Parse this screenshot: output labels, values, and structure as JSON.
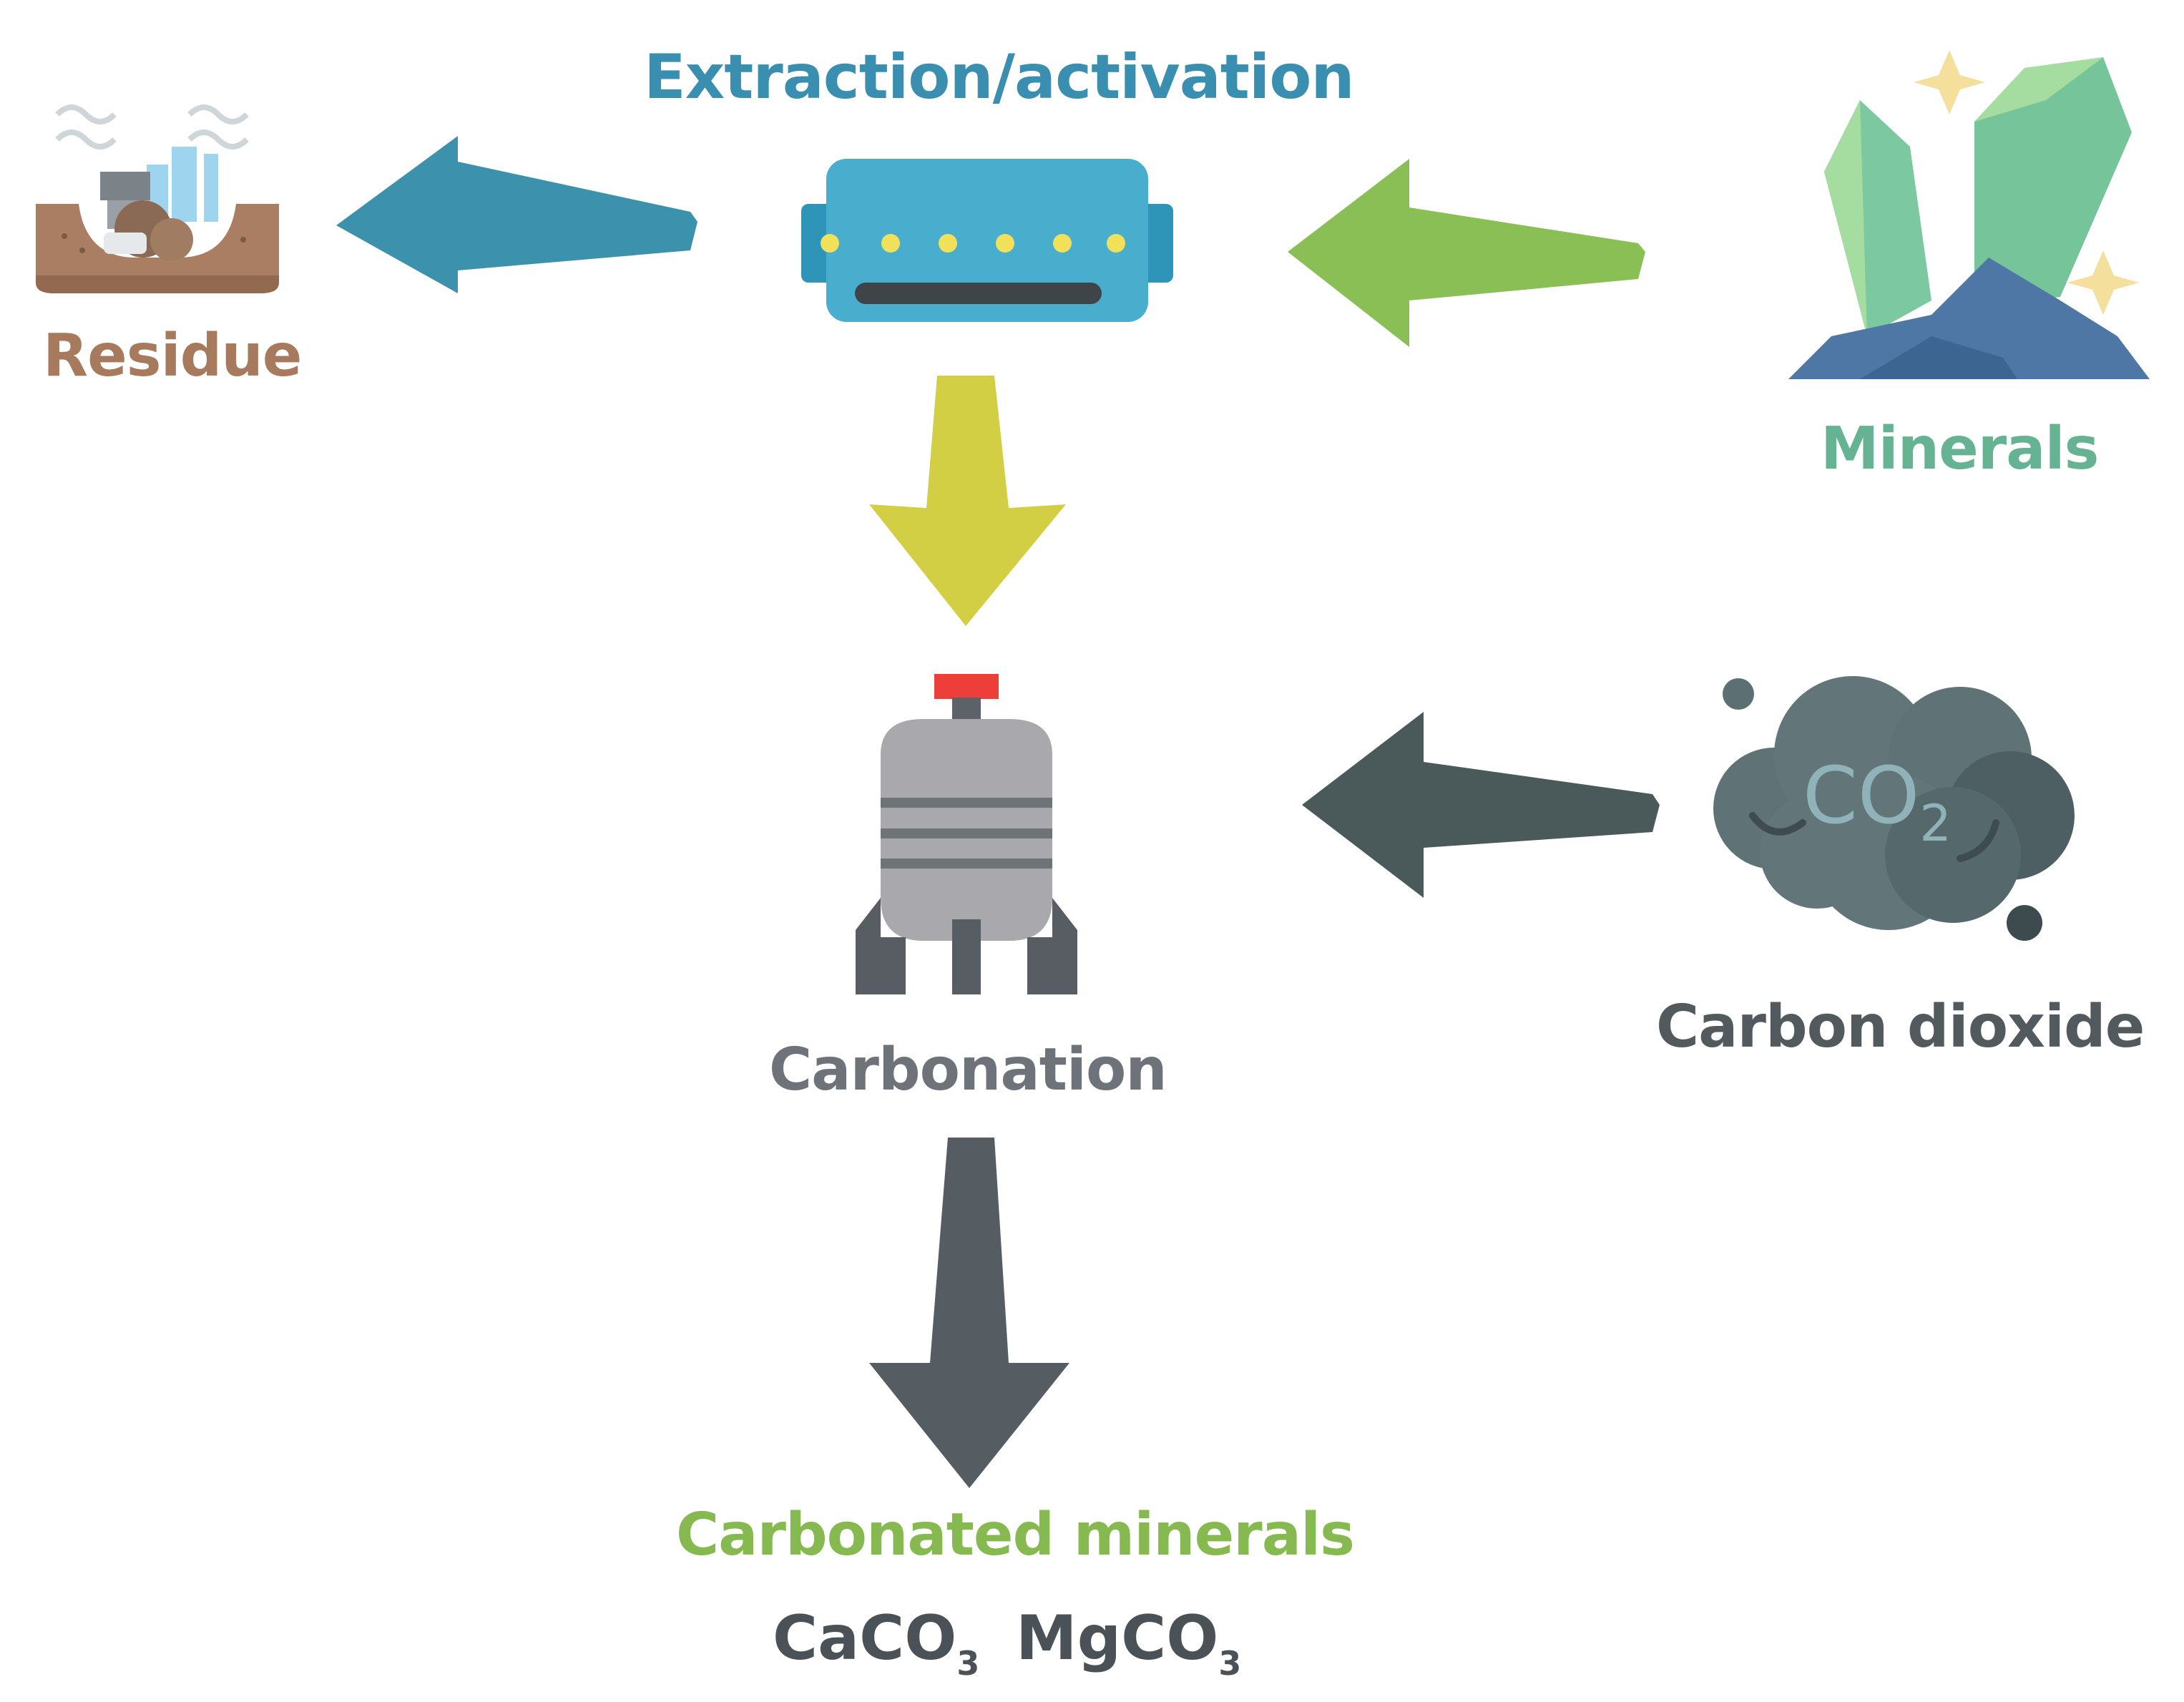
{
  "labels": {
    "extraction": "Extraction/activation",
    "residue": "Residue",
    "minerals": "Minerals",
    "carbonation": "Carbonation",
    "carbon_dioxide": "Carbon dioxide",
    "carbonated_minerals": "Carbonated minerals"
  },
  "formulas": [
    {
      "base": "CaCO",
      "sub": "3"
    },
    {
      "base": "MgCO",
      "sub": "3"
    }
  ],
  "co2_badge": {
    "text": "CO",
    "sub": "2"
  },
  "colors": {
    "extraction": "#3a8fb0",
    "residue": "#a87a5d",
    "minerals": "#66b394",
    "carbonation": "#6d7378",
    "carbon_dioxide": "#525a5e",
    "carbonated_minerals": "#86b94f",
    "arrow_residue": "#3c91ad",
    "arrow_minerals": "#8abf55",
    "arrow_carbonation": "#d3cf45",
    "arrow_co2": "#4a5a5a",
    "arrow_product": "#555d63"
  },
  "icons": {
    "residue": "mine-pit-icon",
    "extraction": "extraction-machine-icon",
    "minerals": "crystals-icon",
    "carbonation": "reactor-tank-icon",
    "carbon_dioxide": "co2-cloud-icon"
  }
}
